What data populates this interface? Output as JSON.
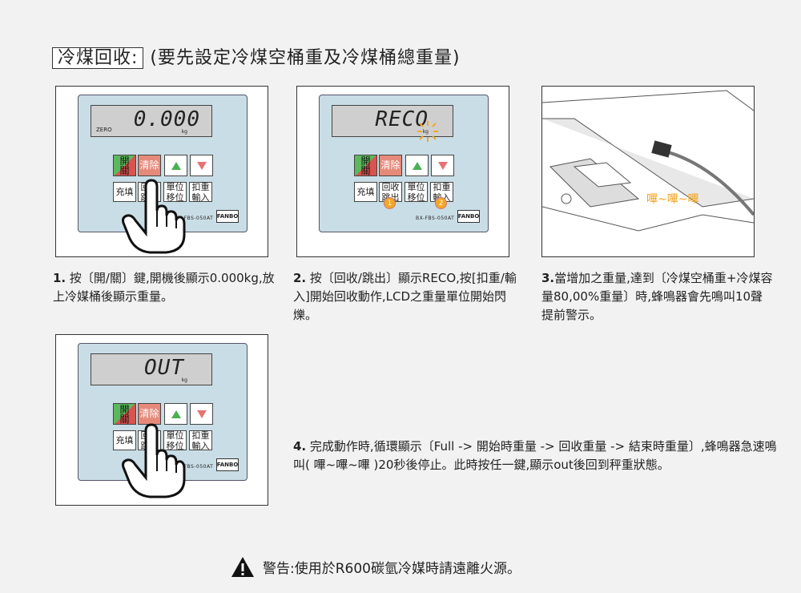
{
  "title": {
    "boxed": "冷煤回收:",
    "rest": "(要先設定冷煤空桶重及冷煤桶總重量)"
  },
  "panel1": {
    "display": "0.000",
    "zero": "ZERO",
    "kg": "kg"
  },
  "panel2": {
    "display": "RECO",
    "kg": "kg"
  },
  "panel4": {
    "display": "OUT",
    "kg": "kg"
  },
  "buttons": {
    "open": "開\n關",
    "clear": "清除",
    "fill": "充填",
    "recover": "回收\n跳出",
    "unit": "單位\n移位",
    "tare": "扣重\n輸入"
  },
  "model": "BX-FBS-050AT",
  "logo": "FANBO",
  "badges": [
    "1",
    "2"
  ],
  "beep": "嗶~嗶~嗶",
  "steps": {
    "s1": {
      "num": "1.",
      "text": "按〔開/關〕鍵,開機後顯示0.000kg,放上冷媒桶後顯示重量。"
    },
    "s2": {
      "num": "2.",
      "text": "按〔回收/跳出〕顯示RECO,按[扣重/輸入]開始回收動作,LCD之重量單位開始閃爍。"
    },
    "s3": {
      "num": "3.",
      "text": "當增加之重量,達到〔冷煤空桶重+冷煤容量80,00%重量〕時,蜂鳴器會先鳴叫10聲提前警示。"
    },
    "s4": {
      "num": "4.",
      "text": "完成動作時,循環顯示〔Full -> 開始時重量 -> 回收重量 -> 結束時重量〕,蜂鳴器急速鳴叫( 嗶~嗶~嗶 )20秒後停止。此時按任一鍵,顯示out後回到秤重狀態。"
    }
  },
  "warning": "警告:使用於R600碳氫冷媒時請遠離火源。"
}
